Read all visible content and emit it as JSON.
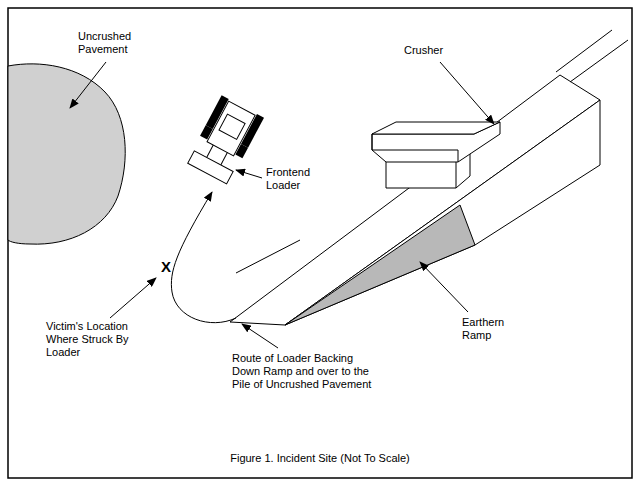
{
  "diagram": {
    "caption": "Figure 1. Incident Site (Not To Scale)",
    "labels": [
      "Uncrushed Pavement",
      "Crusher",
      "Frontend Loader",
      "Earthern Ramp",
      "X",
      "Victim's Location Where Struck By Loader",
      "Route of Loader Backing Down Ramp and over to the Pile of Uncrushed Pavement"
    ]
  }
}
